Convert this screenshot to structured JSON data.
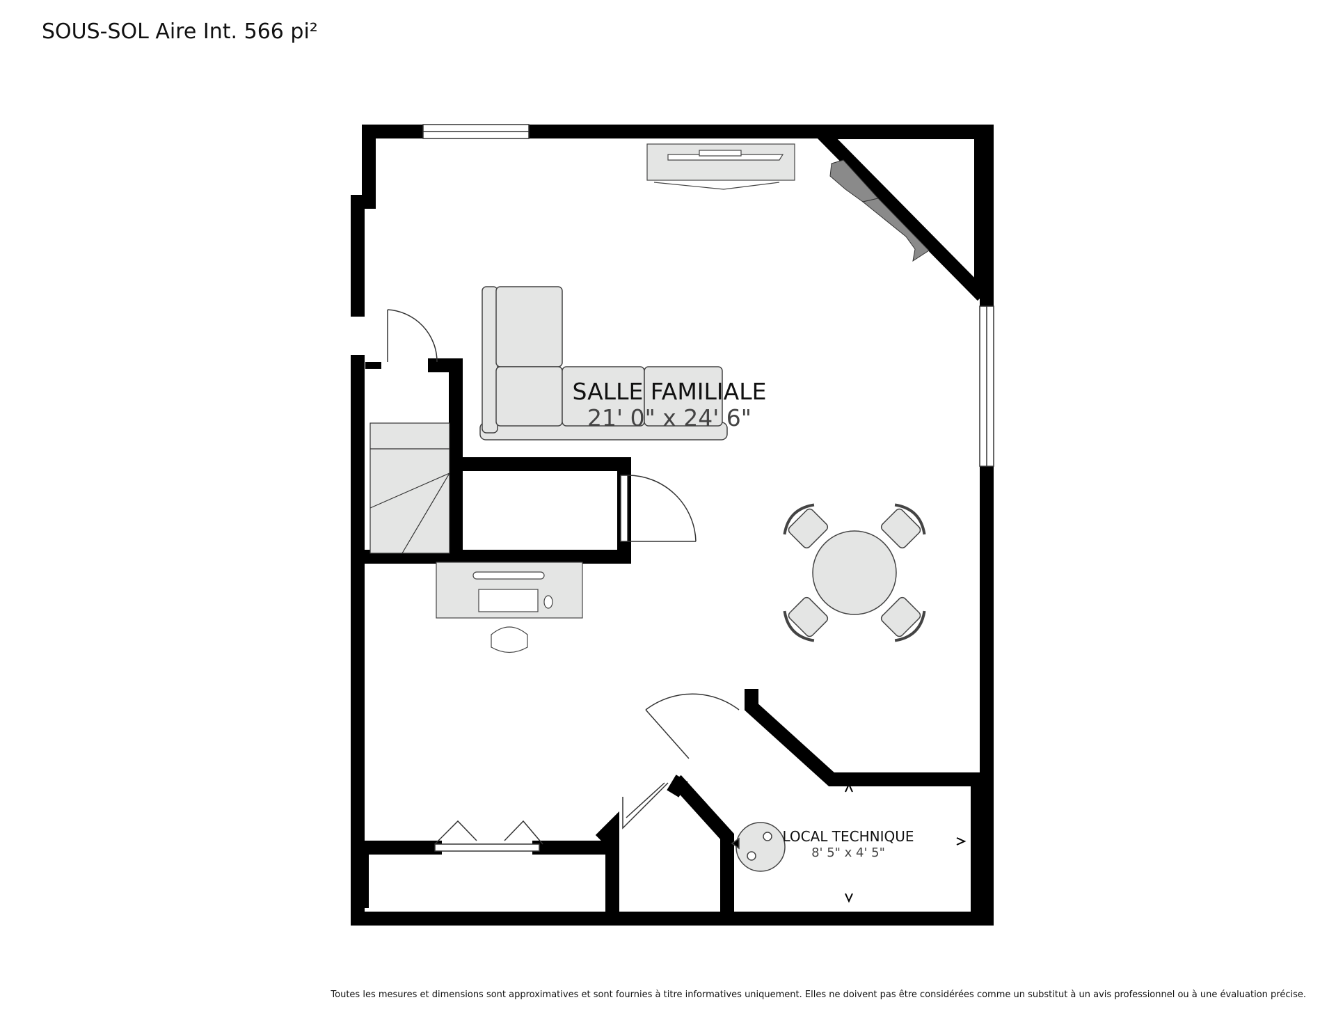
{
  "header": {
    "title": "SOUS-SOL Aire Int. 566 pi²"
  },
  "rooms": [
    {
      "name": "SALLE FAMILIALE",
      "dimensions": "21' 0\" x 24' 6\""
    },
    {
      "name": "LOCAL TECHNIQUE",
      "dimensions": "8' 5\" x 4' 5\""
    }
  ],
  "footer": {
    "disclaimer": "Toutes les mesures et dimensions sont approximatives et sont fournies à titre informatives uniquement. Elles ne doivent pas être considérées comme un substitut à un avis professionnel ou à une évaluation précise."
  },
  "colors": {
    "wall": "#000000",
    "furniture_fill": "#e4e5e4",
    "furniture_stroke": "#444444",
    "counter": "#8a8a8a"
  }
}
